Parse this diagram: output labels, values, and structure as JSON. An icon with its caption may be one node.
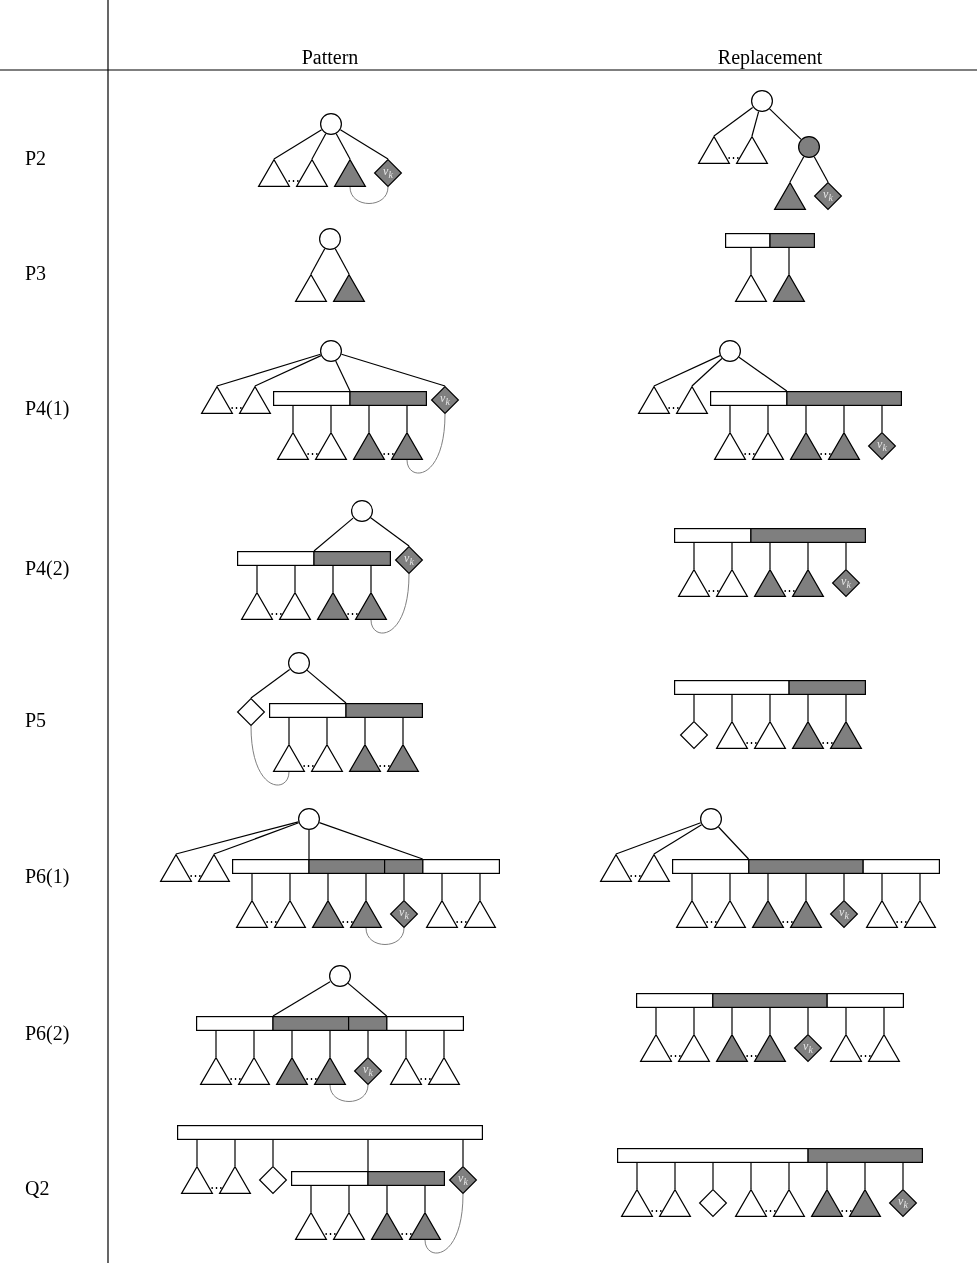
{
  "diagram": {
    "nodes": [
      {
        "text": [],
        "shape": "circle"
      },
      {
        "text": [],
        "shape": "triangle"
      },
      {
        "text": [],
        "shape": "triangle"
      },
      {
        "text": [],
        "shape": "triangle"
      },
      {
        "text": [
          "v$_{k}$"
        ]
      },
      {
        "text": [],
        "shape": "circle"
      },
      {
        "text": [],
        "shape": "triangle"
      },
      {
        "text": [],
        "shape": "triangle"
      },
      {
        "text": [],
        "shape": "circle"
      },
      {
        "text": [],
        "shape": "triangle"
      },
      {
        "text": [
          "v$_{k}$"
        ]
      },
      {
        "text": [],
        "shape": "circle"
      },
      {
        "text": [],
        "shape": "triangle"
      },
      {
        "text": [],
        "shape": "triangle"
      },
      {
        "text": [],
        "shape": "bar"
      },
      {
        "text": [],
        "shape": "triangle"
      },
      {
        "text": [],
        "shape": "triangle"
      },
      {
        "text": [],
        "shape": "circle"
      },
      {
        "text": [],
        "shape": "triangle"
      },
      {
        "text": [],
        "shape": "triangle"
      },
      {
        "text": [],
        "shape": "bar"
      },
      {
        "text": [
          "v$_{k}$"
        ]
      },
      {
        "text": [],
        "shape": "triangle"
      },
      {
        "text": [],
        "shape": "triangle"
      },
      {
        "text": [],
        "shape": "triangle"
      },
      {
        "text": [],
        "shape": "triangle"
      },
      {
        "text": [],
        "shape": "circle"
      },
      {
        "text": [],
        "shape": "triangle"
      },
      {
        "text": [],
        "shape": "triangle"
      },
      {
        "text": [],
        "shape": "bar"
      },
      {
        "text": [],
        "shape": "triangle"
      },
      {
        "text": [],
        "shape": "triangle"
      },
      {
        "text": [],
        "shape": "triangle"
      },
      {
        "text": [],
        "shape": "triangle"
      },
      {
        "text": [
          "v$_{k}$"
        ]
      },
      {
        "text": [],
        "shape": "circle"
      },
      {
        "text": [],
        "shape": "bar"
      },
      {
        "text": [
          "v$_{k}$"
        ]
      },
      {
        "text": [],
        "shape": "triangle"
      },
      {
        "text": [],
        "shape": "triangle"
      },
      {
        "text": [],
        "shape": "triangle"
      },
      {
        "text": [],
        "shape": "triangle"
      },
      {
        "text": [],
        "shape": "bar"
      },
      {
        "text": [],
        "shape": "triangle"
      },
      {
        "text": [],
        "shape": "triangle"
      },
      {
        "text": [],
        "shape": "triangle"
      },
      {
        "text": [],
        "shape": "triangle"
      },
      {
        "text": [
          "v$_{k}$"
        ]
      },
      {
        "text": [],
        "shape": "circle"
      },
      {
        "text": [],
        "shape": "diamond"
      },
      {
        "text": [],
        "shape": "bar"
      },
      {
        "text": [],
        "shape": "triangle"
      },
      {
        "text": [],
        "shape": "triangle"
      },
      {
        "text": [],
        "shape": "triangle"
      },
      {
        "text": [],
        "shape": "triangle"
      },
      {
        "text": [],
        "shape": "bar"
      },
      {
        "text": [],
        "shape": "diamond"
      },
      {
        "text": [],
        "shape": "triangle"
      },
      {
        "text": [],
        "shape": "triangle"
      },
      {
        "text": [],
        "shape": "triangle"
      },
      {
        "text": [],
        "shape": "triangle"
      },
      {
        "text": [],
        "shape": "circle"
      },
      {
        "text": [],
        "shape": "triangle"
      },
      {
        "text": [],
        "shape": "triangle"
      },
      {
        "text": [],
        "shape": "bar"
      },
      {
        "text": [],
        "shape": "bar"
      },
      {
        "text": [],
        "shape": "triangle"
      },
      {
        "text": [],
        "shape": "triangle"
      },
      {
        "text": [],
        "shape": "triangle"
      },
      {
        "text": [],
        "shape": "triangle"
      },
      {
        "text": [
          "v$_{k}$"
        ]
      },
      {
        "text": [],
        "shape": "triangle"
      },
      {
        "text": [],
        "shape": "triangle"
      },
      {
        "text": [],
        "shape": "circle"
      },
      {
        "text": [],
        "shape": "triangle"
      },
      {
        "text": [],
        "shape": "triangle"
      },
      {
        "text": [],
        "shape": "bar"
      },
      {
        "text": [],
        "shape": "triangle"
      },
      {
        "text": [],
        "shape": "triangle"
      },
      {
        "text": [],
        "shape": "triangle"
      },
      {
        "text": [],
        "shape": "triangle"
      },
      {
        "text": [
          "v$_{k}$"
        ]
      },
      {
        "text": [],
        "shape": "triangle"
      },
      {
        "text": [],
        "shape": "triangle"
      },
      {
        "text": [],
        "shape": "circle"
      },
      {
        "text": [],
        "shape": "bar"
      },
      {
        "text": [],
        "shape": "bar"
      },
      {
        "text": [],
        "shape": "triangle"
      },
      {
        "text": [],
        "shape": "triangle"
      },
      {
        "text": [],
        "shape": "triangle"
      },
      {
        "text": [],
        "shape": "triangle"
      },
      {
        "text": [
          "v$_{k}$"
        ]
      },
      {
        "text": [],
        "shape": "triangle"
      },
      {
        "text": [],
        "shape": "triangle"
      },
      {
        "text": [],
        "shape": "bar"
      },
      {
        "text": [],
        "shape": "triangle"
      },
      {
        "text": [],
        "shape": "triangle"
      },
      {
        "text": [],
        "shape": "triangle"
      },
      {
        "text": [],
        "shape": "triangle"
      },
      {
        "text": [
          "v$_{k}$"
        ]
      },
      {
        "text": [],
        "shape": "triangle"
      },
      {
        "text": [],
        "shape": "triangle"
      },
      {
        "text": [],
        "shape": "bar"
      },
      {
        "text": [],
        "shape": "triangle"
      },
      {
        "text": [],
        "shape": "triangle"
      },
      {
        "text": [],
        "shape": "diamond"
      },
      {
        "text": [],
        "shape": "bar"
      },
      {
        "text": [
          "v$_{k}$"
        ]
      },
      {
        "text": [],
        "shape": "triangle"
      },
      {
        "text": [],
        "shape": "triangle"
      },
      {
        "text": [],
        "shape": "triangle"
      },
      {
        "text": [],
        "shape": "triangle"
      },
      {
        "text": [],
        "shape": "bar"
      },
      {
        "text": [],
        "shape": "triangle"
      },
      {
        "text": [],
        "shape": "triangle"
      },
      {
        "text": [],
        "shape": "diamond"
      },
      {
        "text": [],
        "shape": "triangle"
      },
      {
        "text": [],
        "shape": "triangle"
      },
      {
        "text": [],
        "shape": "triangle"
      },
      {
        "text": [],
        "shape": "triangle"
      },
      {
        "text": [
          "v$_{k}$"
        ]
      }
    ],
    "edges": [
      {
        "from": 0,
        "to": 1,
        "arrow": "none"
      },
      {
        "from": 0,
        "to": 2,
        "arrow": "none"
      },
      {
        "from": 0,
        "to": 3,
        "arrow": "none"
      },
      {
        "from": 0,
        "to": 4,
        "arrow": "none"
      },
      {
        "from": 3,
        "to": 4,
        "arrow": "none",
        "color": "#808080"
      },
      {
        "from": 5,
        "to": 6,
        "arrow": "none"
      },
      {
        "from": 5,
        "to": 7,
        "arrow": "none"
      },
      {
        "from": 5,
        "to": 8,
        "arrow": "none"
      },
      {
        "from": 8,
        "to": 9,
        "arrow": "none"
      },
      {
        "from": 8,
        "to": 10,
        "arrow": "none"
      },
      {
        "from": 11,
        "to": 12,
        "arrow": "none"
      },
      {
        "from": 11,
        "to": 13,
        "arrow": "none"
      },
      {
        "from": 14,
        "to": 15,
        "arrow": "none"
      },
      {
        "from": 14,
        "to": 16,
        "arrow": "none"
      },
      {
        "from": 17,
        "to": 18,
        "arrow": "none"
      },
      {
        "from": 17,
        "to": 19,
        "arrow": "none"
      },
      {
        "from": 17,
        "to": 20,
        "arrow": "none"
      },
      {
        "from": 17,
        "to": 21,
        "arrow": "none"
      },
      {
        "from": 20,
        "to": 22,
        "arrow": "none"
      },
      {
        "from": 20,
        "to": 23,
        "arrow": "none"
      },
      {
        "from": 20,
        "to": 24,
        "arrow": "none"
      },
      {
        "from": 20,
        "to": 25,
        "arrow": "none"
      },
      {
        "from": 25,
        "to": 21,
        "arrow": "none",
        "color": "#808080"
      },
      {
        "from": 26,
        "to": 27,
        "arrow": "none"
      },
      {
        "from": 26,
        "to": 28,
        "arrow": "none"
      },
      {
        "from": 26,
        "to": 29,
        "arrow": "none"
      },
      {
        "from": 29,
        "to": 30,
        "arrow": "none"
      },
      {
        "from": 29,
        "to": 31,
        "arrow": "none"
      },
      {
        "from": 29,
        "to": 32,
        "arrow": "none"
      },
      {
        "from": 29,
        "to": 33,
        "arrow": "none"
      },
      {
        "from": 29,
        "to": 34,
        "arrow": "none"
      },
      {
        "from": 35,
        "to": 36,
        "arrow": "none"
      },
      {
        "from": 35,
        "to": 37,
        "arrow": "none"
      },
      {
        "from": 36,
        "to": 38,
        "arrow": "none"
      },
      {
        "from": 36,
        "to": 39,
        "arrow": "none"
      },
      {
        "from": 36,
        "to": 40,
        "arrow": "none"
      },
      {
        "from": 36,
        "to": 41,
        "arrow": "none"
      },
      {
        "from": 41,
        "to": 37,
        "arrow": "none",
        "color": "#808080"
      },
      {
        "from": 42,
        "to": 43,
        "arrow": "none"
      },
      {
        "from": 42,
        "to": 44,
        "arrow": "none"
      },
      {
        "from": 42,
        "to": 45,
        "arrow": "none"
      },
      {
        "from": 42,
        "to": 46,
        "arrow": "none"
      },
      {
        "from": 42,
        "to": 47,
        "arrow": "none"
      },
      {
        "from": 48,
        "to": 49,
        "arrow": "none"
      },
      {
        "from": 48,
        "to": 50,
        "arrow": "none"
      },
      {
        "from": 50,
        "to": 51,
        "arrow": "none"
      },
      {
        "from": 50,
        "to": 52,
        "arrow": "none"
      },
      {
        "from": 50,
        "to": 53,
        "arrow": "none"
      },
      {
        "from": 50,
        "to": 54,
        "arrow": "none"
      },
      {
        "from": 49,
        "to": 51,
        "arrow": "none",
        "color": "#808080"
      },
      {
        "from": 55,
        "to": 56,
        "arrow": "none"
      },
      {
        "from": 55,
        "to": 57,
        "arrow": "none"
      },
      {
        "from": 55,
        "to": 58,
        "arrow": "none"
      },
      {
        "from": 55,
        "to": 59,
        "arrow": "none"
      },
      {
        "from": 55,
        "to": 60,
        "arrow": "none"
      },
      {
        "from": 61,
        "to": 62,
        "arrow": "none"
      },
      {
        "from": 61,
        "to": 63,
        "arrow": "none"
      },
      {
        "from": 61,
        "to": 64,
        "arrow": "none"
      },
      {
        "from": 61,
        "to": 65,
        "arrow": "none"
      },
      {
        "from": 64,
        "to": 66,
        "arrow": "none"
      },
      {
        "from": 64,
        "to": 67,
        "arrow": "none"
      },
      {
        "from": 64,
        "to": 68,
        "arrow": "none"
      },
      {
        "from": 64,
        "to": 69,
        "arrow": "none"
      },
      {
        "from": 65,
        "to": 70,
        "arrow": "none"
      },
      {
        "from": 65,
        "to": 71,
        "arrow": "none"
      },
      {
        "from": 65,
        "to": 72,
        "arrow": "none"
      },
      {
        "from": 69,
        "to": 70,
        "arrow": "none",
        "color": "#808080"
      },
      {
        "from": 73,
        "to": 74,
        "arrow": "none"
      },
      {
        "from": 73,
        "to": 75,
        "arrow": "none"
      },
      {
        "from": 73,
        "to": 76,
        "arrow": "none"
      },
      {
        "from": 76,
        "to": 77,
        "arrow": "none"
      },
      {
        "from": 76,
        "to": 78,
        "arrow": "none"
      },
      {
        "from": 76,
        "to": 79,
        "arrow": "none"
      },
      {
        "from": 76,
        "to": 80,
        "arrow": "none"
      },
      {
        "from": 76,
        "to": 81,
        "arrow": "none"
      },
      {
        "from": 76,
        "to": 82,
        "arrow": "none"
      },
      {
        "from": 76,
        "to": 83,
        "arrow": "none"
      },
      {
        "from": 84,
        "to": 85,
        "arrow": "none"
      },
      {
        "from": 84,
        "to": 86,
        "arrow": "none"
      },
      {
        "from": 85,
        "to": 87,
        "arrow": "none"
      },
      {
        "from": 85,
        "to": 88,
        "arrow": "none"
      },
      {
        "from": 85,
        "to": 89,
        "arrow": "none"
      },
      {
        "from": 85,
        "to": 90,
        "arrow": "none"
      },
      {
        "from": 86,
        "to": 91,
        "arrow": "none"
      },
      {
        "from": 86,
        "to": 92,
        "arrow": "none"
      },
      {
        "from": 86,
        "to": 93,
        "arrow": "none"
      },
      {
        "from": 90,
        "to": 91,
        "arrow": "none",
        "color": "#808080"
      },
      {
        "from": 94,
        "to": 95,
        "arrow": "none"
      },
      {
        "from": 94,
        "to": 96,
        "arrow": "none"
      },
      {
        "from": 94,
        "to": 97,
        "arrow": "none"
      },
      {
        "from": 94,
        "to": 98,
        "arrow": "none"
      },
      {
        "from": 94,
        "to": 99,
        "arrow": "none"
      },
      {
        "from": 94,
        "to": 100,
        "arrow": "none"
      },
      {
        "from": 94,
        "to": 101,
        "arrow": "none"
      },
      {
        "from": 102,
        "to": 103,
        "arrow": "none"
      },
      {
        "from": 102,
        "to": 104,
        "arrow": "none"
      },
      {
        "from": 102,
        "to": 105,
        "arrow": "none"
      },
      {
        "from": 102,
        "to": 106,
        "arrow": "none"
      },
      {
        "from": 102,
        "to": 107,
        "arrow": "none"
      },
      {
        "from": 106,
        "to": 108,
        "arrow": "none"
      },
      {
        "from": 106,
        "to": 109,
        "arrow": "none"
      },
      {
        "from": 106,
        "to": 110,
        "arrow": "none"
      },
      {
        "from": 106,
        "to": 111,
        "arrow": "none"
      },
      {
        "from": 111,
        "to": 107,
        "arrow": "none",
        "color": "#808080"
      },
      {
        "from": 112,
        "to": 113,
        "arrow": "none"
      },
      {
        "from": 112,
        "to": 114,
        "arrow": "none"
      },
      {
        "from": 112,
        "to": 115,
        "arrow": "none"
      },
      {
        "from": 112,
        "to": 116,
        "arrow": "none"
      },
      {
        "from": 112,
        "to": 117,
        "arrow": "none"
      },
      {
        "from": 112,
        "to": 118,
        "arrow": "none"
      },
      {
        "from": 112,
        "to": 119,
        "arrow": "none"
      },
      {
        "from": 112,
        "to": 120,
        "arrow": "none"
      }
    ],
    "labels": [
      "Pattern",
      "Replacement",
      "P2",
      "⋯",
      "⋯",
      "P3",
      "P4(1)",
      "⋯",
      "⋯",
      "⋯",
      "⋯",
      "⋯",
      "⋯",
      "P4(2)",
      "⋯",
      "⋯",
      "⋯",
      "⋯",
      "P5",
      "⋯",
      "⋯",
      "⋯",
      "⋯",
      "P6(1)",
      "⋯",
      "⋯",
      "⋯",
      "⋯",
      "⋯",
      "⋯",
      "⋯",
      "⋯",
      "P6(2)",
      "⋯",
      "⋯",
      "⋯",
      "⋯",
      "⋯",
      "⋯",
      "Q2",
      "⋯",
      "⋯",
      "⋯",
      "⋯",
      "⋯",
      "⋯"
    ]
  }
}
